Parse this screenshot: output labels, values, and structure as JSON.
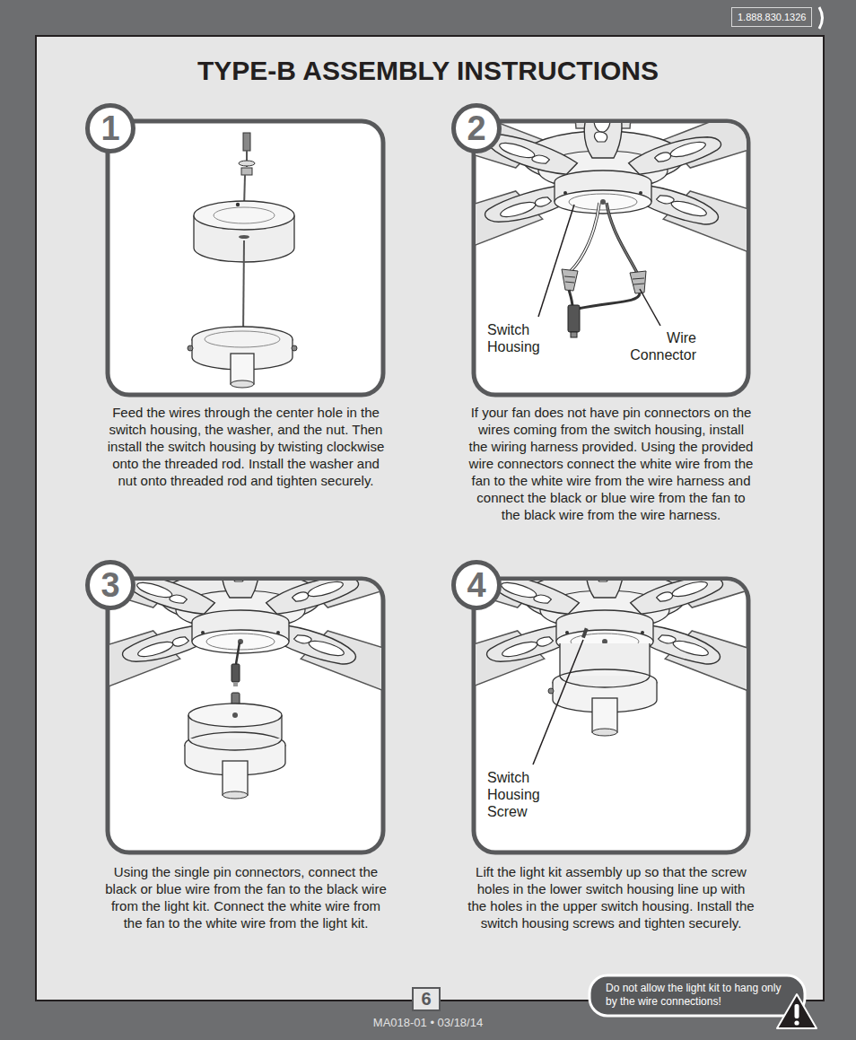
{
  "diagram": {
    "title": "TYPE-B ASSEMBLY INSTRUCTIONS",
    "nodes": [
      {
        "text": [
          "1.888.830.1326"
        ]
      },
      {
        "text": [
          "1"
        ]
      },
      {
        "text": [
          "2"
        ]
      },
      {
        "text": [
          "3"
        ]
      },
      {
        "text": [
          "4"
        ]
      },
      {
        "text": [
          "6"
        ]
      },
      {
        "text": [
          "Do not allow the light kit to hang only by the wire connections!"
        ]
      }
    ],
    "labels": [
      "Switch Housing",
      "Wire Connector",
      "Feed the wires through the center hole in the switch housing, the washer, and the nut. Then install the switch housing by twisting clockwise onto the threaded rod. Install the washer and nut onto threaded rod and tighten securely.",
      "If your fan does not have pin connectors on the wires coming from the switch housing, install the wiring harness provided. Using the provided wire connectors connect the white wire from the fan to the white wire from the wire harness and connect the black or blue wire from the fan to the black wire from the wire harness.",
      "Switch Housing Screw",
      "Using the single pin connectors, connect the black or blue wire from the fan to the black wire from the light kit. Connect the white wire from the fan to the white wire from the light kit.",
      "Lift the light kit assembly up so that the screw holes in the lower switch housing line up with the holes in the upper switch housing. Install the switch housing screws and tighten securely.",
      "MA018-01 • 03/18/14"
    ]
  }
}
